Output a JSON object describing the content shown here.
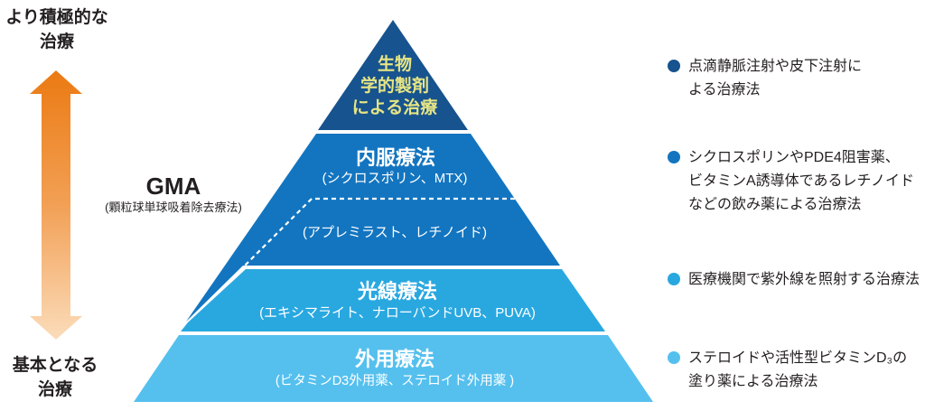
{
  "colors": {
    "tier1": "#17538e",
    "tier2": "#1375c0",
    "tier3": "#29a8e0",
    "tier4": "#55c0ee",
    "tier1_text": "#e7e584",
    "text": "#231f20",
    "arrow_top": "#eb7a12",
    "arrow_mid": "#f2a055",
    "arrow_bottom": "#fbdcba"
  },
  "axis": {
    "top_label": "より積極的な\n治療",
    "bottom_label": "基本となる\n治療"
  },
  "gma": {
    "title": "GMA",
    "subtitle": "(顆粒球単球吸着除去療法)"
  },
  "pyramid": {
    "tier1": {
      "label": "生物\n学的製剤\nによる治療"
    },
    "tier2": {
      "title": "内服療法",
      "subtitle": "(シクロスポリン、MTX)",
      "subtitle2": "(アプレミラスト、レチノイド)"
    },
    "tier3": {
      "title": "光線療法",
      "subtitle": "(エキシマライト、ナローバンドUVB、PUVA)"
    },
    "tier4": {
      "title": "外用療法",
      "subtitle": "(ビタミンD3外用薬、ステロイド外用薬 )"
    }
  },
  "bullets": [
    {
      "dot_color": "#17538e",
      "text": "点滴静脈注射や皮下注射に\nよる治療法"
    },
    {
      "dot_color": "#1375c0",
      "text": "シクロスポリンやPDE4阻害薬、\nビタミンA誘導体であるレチノイド\nなどの飲み薬による治療法"
    },
    {
      "dot_color": "#29a8e0",
      "text": "医療機関で紫外線を照射する治療法"
    },
    {
      "dot_color": "#55c0ee",
      "text": "ステロイドや活性型ビタミンD₃の\n塗り薬による治療法"
    }
  ]
}
